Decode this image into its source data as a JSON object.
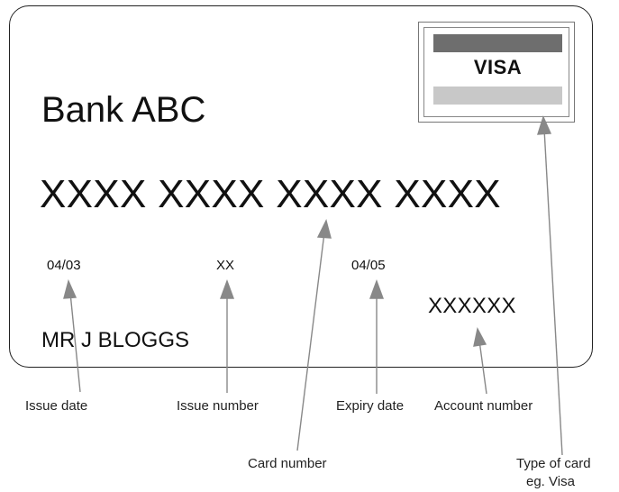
{
  "card": {
    "bank_name": "Bank ABC",
    "card_number": "XXXX XXXX XXXX XXXX",
    "issue_date": "04/03",
    "issue_number": "XX",
    "expiry_date": "04/05",
    "account_number": "XXXXXX",
    "holder_name": "MR J BLOGGS",
    "brand_logo_text": "VISA"
  },
  "labels": {
    "issue_date": "Issue date",
    "issue_number": "Issue number",
    "expiry_date": "Expiry date",
    "account_number": "Account number",
    "card_number": "Card number",
    "card_type_line1": "Type of card",
    "card_type_line2": "eg. Visa"
  },
  "colors": {
    "arrow": "#888888",
    "card_border": "#222222",
    "logo_stripe_dark": "#6e6e6e",
    "logo_stripe_light": "#c8c8c8"
  }
}
